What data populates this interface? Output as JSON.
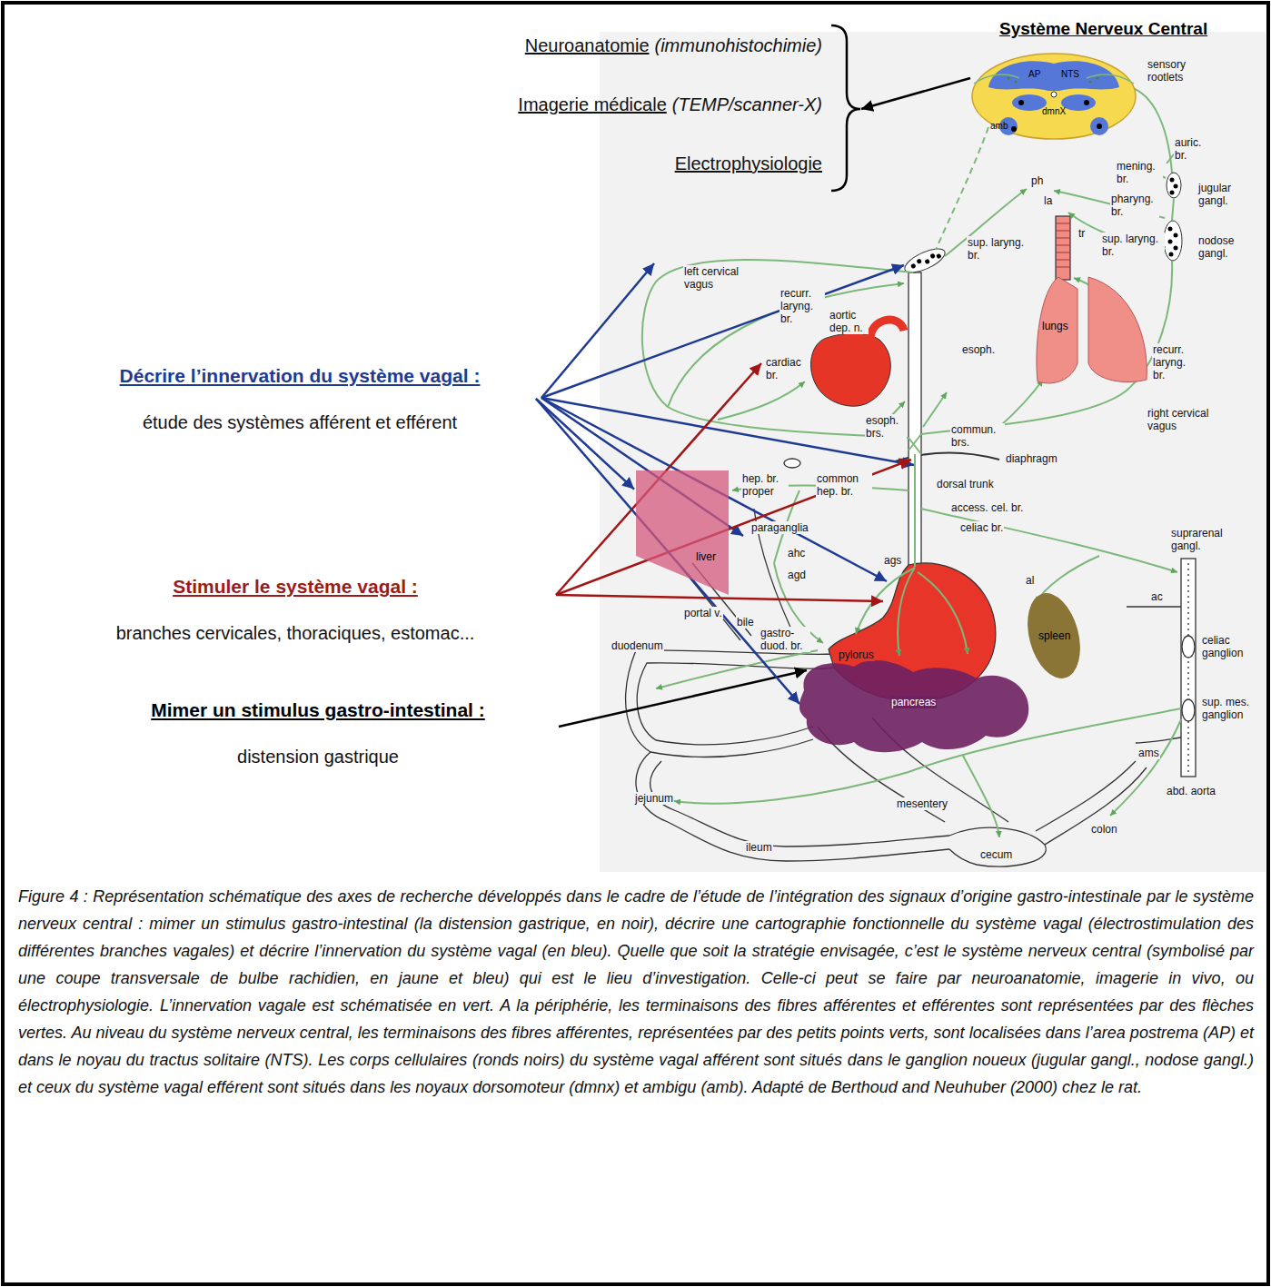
{
  "diagram": {
    "caption": "Figure 4 : Représentation schématique des axes de recherche développés dans le cadre de l’étude de l’intégration des signaux d’origine gastro-intestinale par le système nerveux central : mimer un stimulus gastro-intestinal (la distension gastrique, en noir), décrire une cartographie fonctionnelle du système vagal (électrostimulation des différentes branches vagales) et décrire l’innervation du système vagal (en bleu). Quelle que soit la stratégie envisagée, c’est le système nerveux central (symbolisé par une coupe transversale de bulbe rachidien, en jaune et bleu) qui est le lieu d’investigation. Celle-ci peut se faire par neuroanatomie, imagerie in vivo, ou électrophysiologie. L’innervation vagale est schématisée en vert. A la périphérie, les terminaisons des fibres afférentes et efférentes sont représentées par des flèches vertes. Au niveau du système nerveux central, les terminaisons des fibres afférentes, représentées par des petits points verts, sont localisées dans l’area postrema (AP) et dans le noyau du tractus solitaire (NTS). Les corps cellulaires (ronds noirs) du système vagal afférent sont situés dans le ganglion noueux (jugular gangl., nodose gangl.) et ceux du système vagal efférent sont situés dans les noyaux dorsomoteur (dmnx) et ambigu (amb). Adapté de Berthoud and Neuhuber (2000) chez le rat.",
    "nodes": [
      {
        "text": [
          "Neuroanatomie",
          "(immunohistochimie)",
          "Imagerie médicale",
          "(TEMP/scanner-X)",
          "Electrophysiologie"
        ]
      },
      {
        "text": [
          "Système Nerveux Central",
          "AP",
          "NTS",
          "dmnX",
          "amb"
        ]
      },
      {
        "text": [
          "Décrire l’innervation du système vagal :",
          "étude des systèmes afférent et efférent"
        ]
      },
      {
        "text": [
          "Stimuler le système vagal :",
          "branches cervicales, thoraciques, estomac..."
        ]
      },
      {
        "text": [
          "Mimer un stimulus gastro-intestinal :",
          "distension gastrique"
        ]
      },
      {
        "text": [
          "liver"
        ]
      },
      {
        "text": [
          "lungs"
        ]
      },
      {
        "text": [
          "pancreas"
        ]
      },
      {
        "text": [
          "spleen"
        ]
      }
    ],
    "edges": [
      {
        "from": 1,
        "to": 0,
        "arrow": "to"
      },
      {
        "from": 2,
        "to": 5,
        "arrow": "to"
      },
      {
        "from": 2,
        "to": 7,
        "arrow": "to"
      }
    ],
    "labels": [
      "sensory rootlets",
      "auric. br.",
      "mening. br.",
      "ph",
      "jugular gangl.",
      "pharyng. br.",
      "la",
      "tr",
      "sup. laryng. br.",
      "sup. laryng. br.",
      "nodose gangl.",
      "left cervical vagus",
      "recurr. laryng. br.",
      "aortic dep. n.",
      "esoph.",
      "recurr. laryng. br.",
      "cardiac br.",
      "esoph. brs.",
      "right cervical vagus",
      "commun. brs.",
      "diaphragm",
      "hep. br. proper",
      "common hep. br.",
      "dorsal trunk",
      "access. cel. br.",
      "celiac br.",
      "paraganglia",
      "suprarenal gangl.",
      "ahc",
      "agd",
      "ags",
      "al",
      "ac",
      "portal v.",
      "bile",
      "gastro-duod. br.",
      "celiac ganglion",
      "duodenum",
      "pylorus",
      "sup. mes. ganglion",
      "ams",
      "abd. aorta",
      "jejunum",
      "mesentery",
      "colon",
      "ileum",
      "cecum"
    ]
  }
}
